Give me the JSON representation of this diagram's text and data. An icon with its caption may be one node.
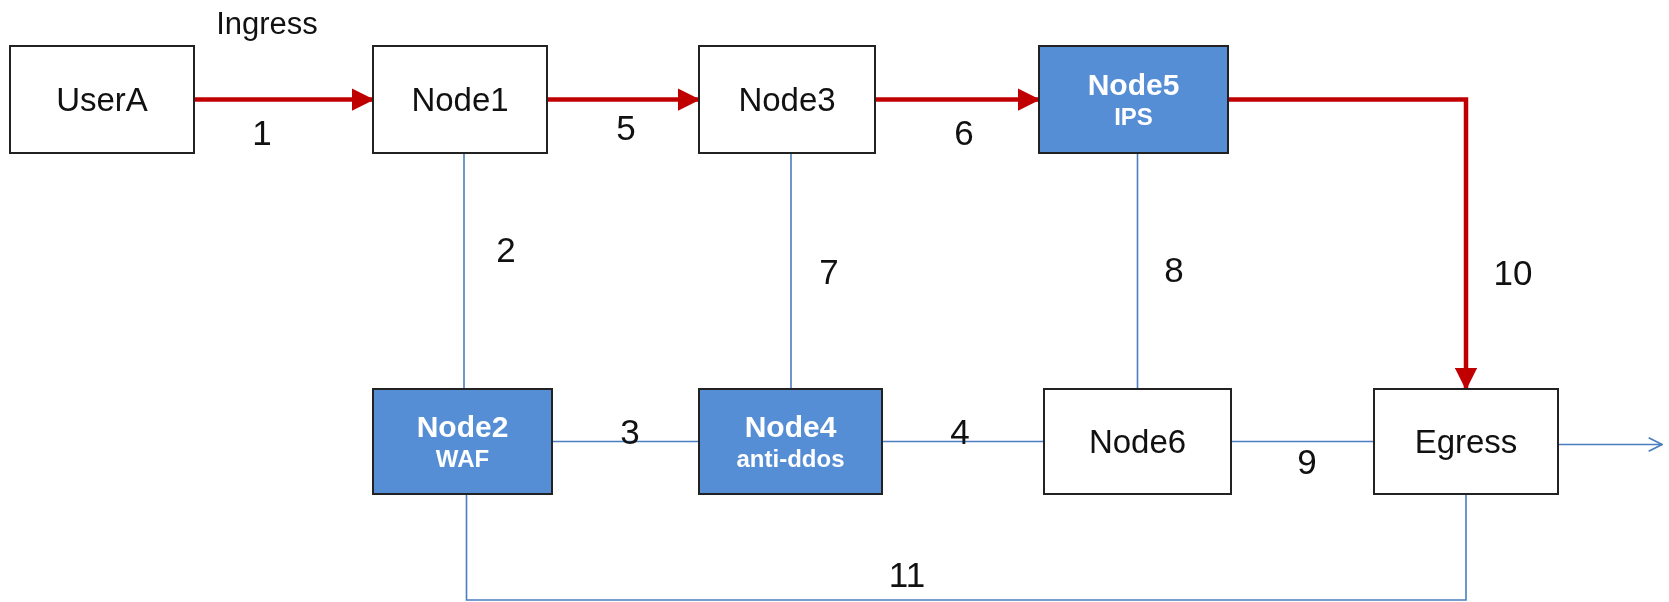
{
  "diagram": {
    "nodes": [
      {
        "text": [
          "UserA"
        ]
      },
      {
        "text": [
          "Node1"
        ]
      },
      {
        "text": [
          "Node3"
        ]
      },
      {
        "text": [
          "Node5",
          "IPS"
        ]
      },
      {
        "text": [
          "Node2",
          "WAF"
        ]
      },
      {
        "text": [
          "Node4",
          "anti-ddos"
        ]
      },
      {
        "text": [
          "Node6"
        ]
      },
      {
        "text": [
          "Egress"
        ]
      }
    ],
    "edges": [
      {
        "from": 0,
        "to": 1,
        "arrow": "to",
        "label": "1",
        "style": "thick",
        "color": "#c00000"
      },
      {
        "from": 1,
        "to": 4,
        "arrow": "none",
        "label": "2"
      },
      {
        "from": 4,
        "to": 5,
        "arrow": "none",
        "label": "3"
      },
      {
        "from": 5,
        "to": 6,
        "arrow": "none",
        "label": "4"
      },
      {
        "from": 1,
        "to": 2,
        "arrow": "to",
        "label": "5",
        "style": "thick",
        "color": "#c00000"
      },
      {
        "from": 2,
        "to": 3,
        "arrow": "to",
        "label": "6",
        "style": "thick",
        "color": "#c00000"
      },
      {
        "from": 2,
        "to": 5,
        "arrow": "none",
        "label": "7"
      },
      {
        "from": 3,
        "to": 6,
        "arrow": "none",
        "label": "8"
      },
      {
        "from": 6,
        "to": 7,
        "arrow": "none",
        "label": "9"
      },
      {
        "from": 3,
        "to": 7,
        "arrow": "to",
        "label": "10",
        "style": "thick",
        "color": "#c00000"
      },
      {
        "from": 4,
        "to": 7,
        "arrow": "none",
        "label": "11"
      },
      {
        "from": 7,
        "to": null,
        "arrow": "to"
      }
    ],
    "labels": [
      "Ingress"
    ]
  }
}
